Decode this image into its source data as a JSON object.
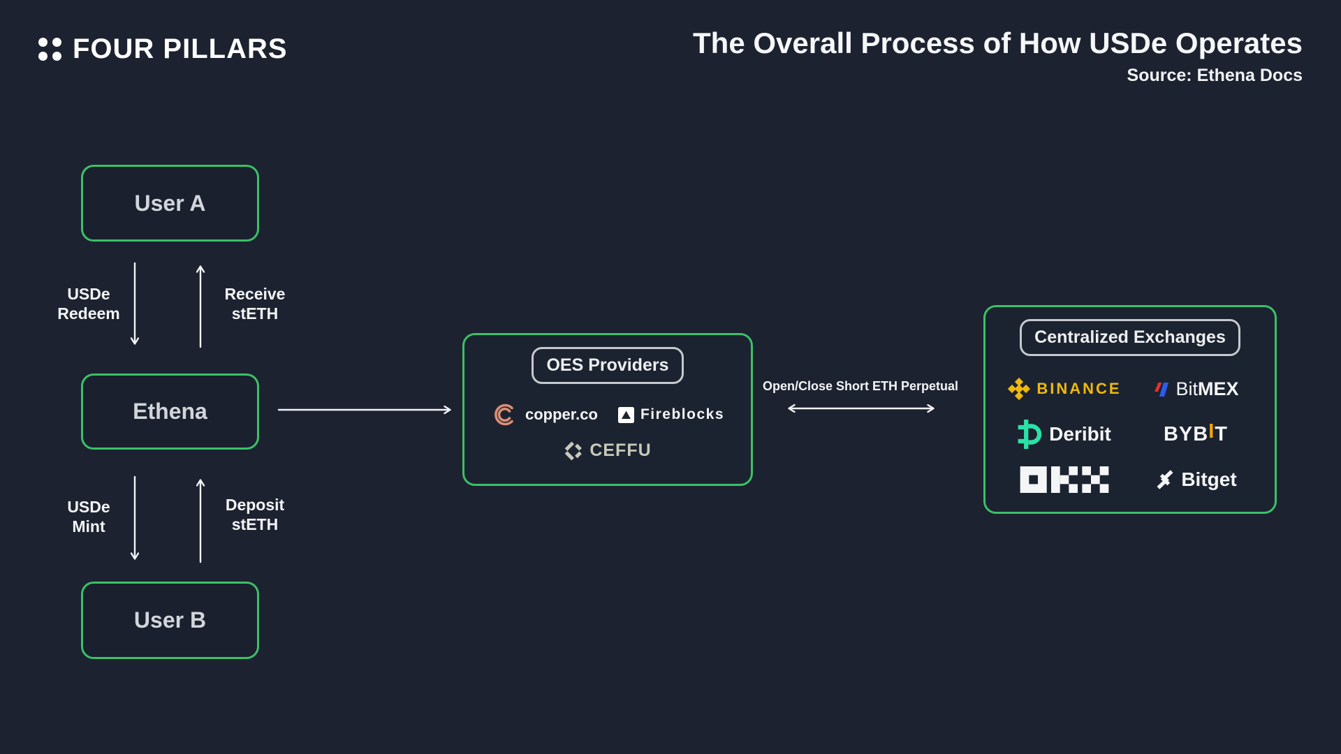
{
  "header": {
    "brand": "FOUR PILLARS",
    "title": "The Overall Process of How USDe Operates",
    "source": "Source: Ethena Docs"
  },
  "nodes": {
    "user_a": "User A",
    "ethena": "Ethena",
    "user_b": "User B"
  },
  "flows": {
    "usde_redeem": "USDe\nRedeem",
    "receive_steth": "Receive\nstETH",
    "usde_mint": "USDe\nMint",
    "deposit_steth": "Deposit\nstETH",
    "open_close_short": "Open/Close Short ETH Perpetual"
  },
  "oes": {
    "label": "OES Providers",
    "copper": {
      "name": "copper.co"
    },
    "fireblocks": {
      "name": "Fireblocks"
    },
    "ceffu": {
      "name": "CEFFU"
    }
  },
  "cex": {
    "label": "Centralized Exchanges",
    "binance": {
      "name": "BINANCE"
    },
    "bitmex": {
      "name_regular": "Bit",
      "name_bold": "MEX"
    },
    "deribit": {
      "name": "Deribit"
    },
    "bybit": {
      "part1": "BYB",
      "part2": "I",
      "part3": "T"
    },
    "okx": {
      "name": "OKX"
    },
    "bitget": {
      "name": "Bitget"
    }
  },
  "colors": {
    "background": "#1C2230",
    "node_border_green": "#3CC068",
    "pill_border_gray": "#C6C9CE",
    "arrow_white": "#F2F4F6",
    "binance_yellow": "#F0B90B",
    "bybit_orange": "#F7A600",
    "deribit_teal": "#2BE2A6",
    "ceffu_beige": "#C7C9BA",
    "copper_coral": "#DB8E75",
    "bitmex_red": "#E03131",
    "bitmex_blue": "#2B5CF0"
  }
}
